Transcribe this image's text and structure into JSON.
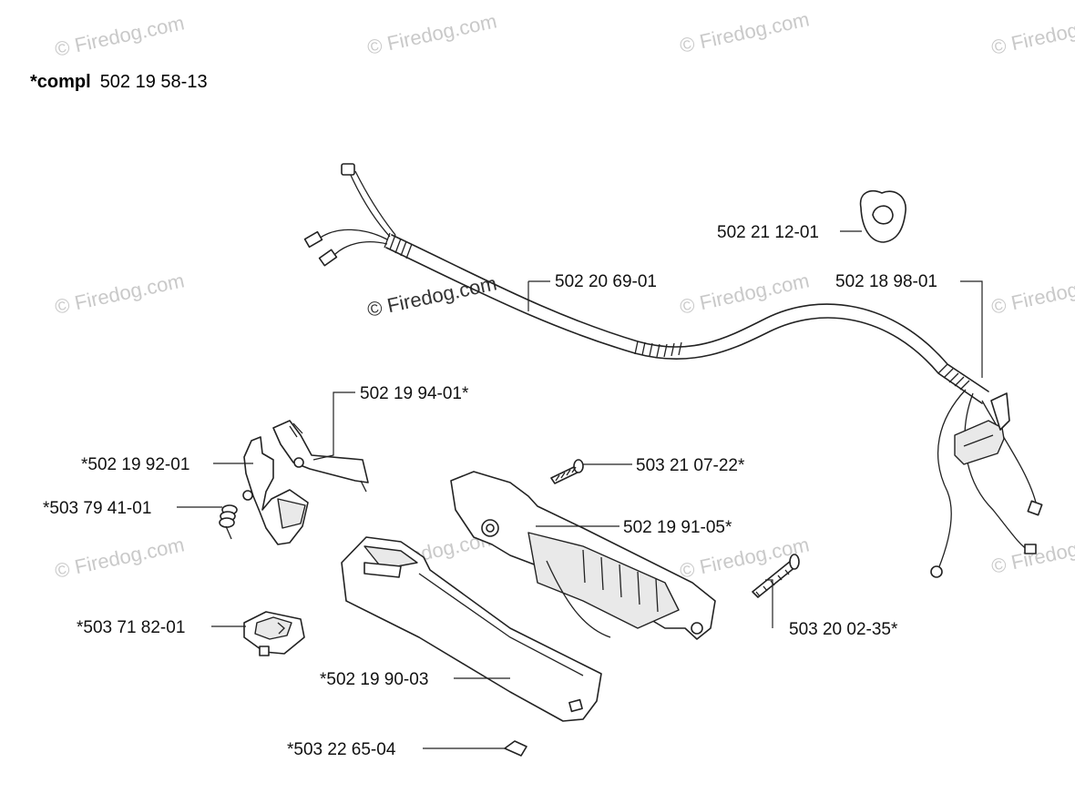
{
  "watermark": "© Firedog.com",
  "header": {
    "prefix": "*compl",
    "number": "502 19 58-13"
  },
  "labels": {
    "p1": "502 21 12-01",
    "p2": "502 20 69-01",
    "p3": "502 18 98-01",
    "p4": "502 19 94-01*",
    "p5": "*502 19 92-01",
    "p6": "*503 79 41-01",
    "p7": "503 21 07-22*",
    "p8": "502 19 91-05*",
    "p9": "*503 71 82-01",
    "p10": "503 20 02-35*",
    "p11": "*502 19 90-03",
    "p12": "*503 22 65-04"
  }
}
